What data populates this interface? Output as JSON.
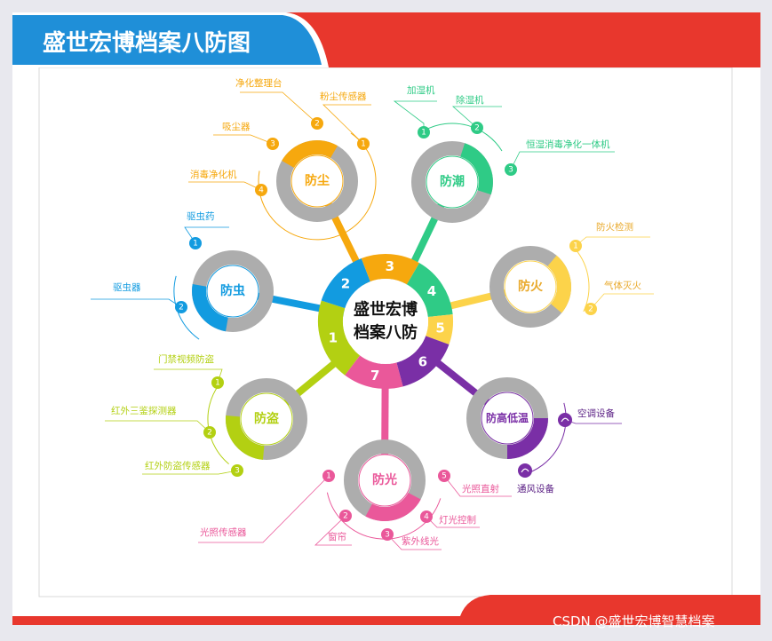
{
  "title": "盛世宏博档案八防图",
  "center": {
    "line1": "盛世宏博",
    "line2": "档案八防"
  },
  "colors": {
    "red": "#e8372d",
    "blue_banner": "#1f8fd8",
    "gray_ring": "#adadad",
    "dust": "#f6a80e",
    "moisture": "#2fcb86",
    "fire": "#fcd34a",
    "fire_text": "#e9a92b",
    "temp": "#7a2fa6",
    "light": "#ea589a",
    "theft": "#b3d012",
    "insect": "#129be0"
  },
  "segments": [
    {
      "num": "1",
      "color": "#b3d012"
    },
    {
      "num": "2",
      "color": "#129be0"
    },
    {
      "num": "3",
      "color": "#f6a80e"
    },
    {
      "num": "4",
      "color": "#2fcb86"
    },
    {
      "num": "5",
      "color": "#fcd34a"
    },
    {
      "num": "6",
      "color": "#7a2fa6"
    },
    {
      "num": "7",
      "color": "#ea589a"
    }
  ],
  "hubs": [
    {
      "key": "dust",
      "label": "防尘",
      "color": "#f6a80e",
      "text_color": "#f6a80e",
      "fill_share": 0.25,
      "items": [
        {
          "num": "1",
          "label": "粉尘传感器"
        },
        {
          "num": "2",
          "label": "净化整理台"
        },
        {
          "num": "3",
          "label": "吸尘器"
        },
        {
          "num": "4",
          "label": "消毒净化机"
        }
      ]
    },
    {
      "key": "moisture",
      "label": "防潮",
      "color": "#2fcb86",
      "text_color": "#2fcb86",
      "fill_share": 0.25,
      "items": [
        {
          "num": "1",
          "label": "加湿机"
        },
        {
          "num": "2",
          "label": "除湿机"
        },
        {
          "num": "3",
          "label": "恒湿消毒净化一体机"
        }
      ]
    },
    {
      "key": "fire",
      "label": "防火",
      "color": "#fcd34a",
      "text_color": "#e9a92b",
      "fill_share": 0.25,
      "items": [
        {
          "num": "1",
          "label": "防火检测"
        },
        {
          "num": "2",
          "label": "气体灭火"
        }
      ]
    },
    {
      "key": "temp",
      "label": "防高低温",
      "color": "#7a2fa6",
      "text_color": "#7a2fa6",
      "fill_share": 0.25,
      "items": [
        {
          "num": "",
          "label": "空调设备",
          "icon": "fan-icon"
        },
        {
          "num": "",
          "label": "通风设备",
          "icon": "vent-icon"
        }
      ]
    },
    {
      "key": "light",
      "label": "防光",
      "color": "#ea589a",
      "text_color": "#ea589a",
      "fill_share": 0.25,
      "items": [
        {
          "num": "1",
          "label": "光照传感器"
        },
        {
          "num": "2",
          "label": "窗帘"
        },
        {
          "num": "3",
          "label": "紫外线光"
        },
        {
          "num": "4",
          "label": "灯光控制"
        },
        {
          "num": "5",
          "label": "光照直射"
        }
      ]
    },
    {
      "key": "theft",
      "label": "防盗",
      "color": "#b3d012",
      "text_color": "#b3d012",
      "fill_share": 0.25,
      "items": [
        {
          "num": "1",
          "label": "门禁视频防盗"
        },
        {
          "num": "2",
          "label": "红外三鉴探测器"
        },
        {
          "num": "3",
          "label": "红外防盗传感器"
        }
      ]
    },
    {
      "key": "insect",
      "label": "防虫",
      "color": "#129be0",
      "text_color": "#129be0",
      "fill_share": 0.25,
      "items": [
        {
          "num": "1",
          "label": "驱虫药"
        },
        {
          "num": "2",
          "label": "驱虫器"
        }
      ]
    }
  ],
  "watermark": "CSDN @盛世宏博智慧档案"
}
